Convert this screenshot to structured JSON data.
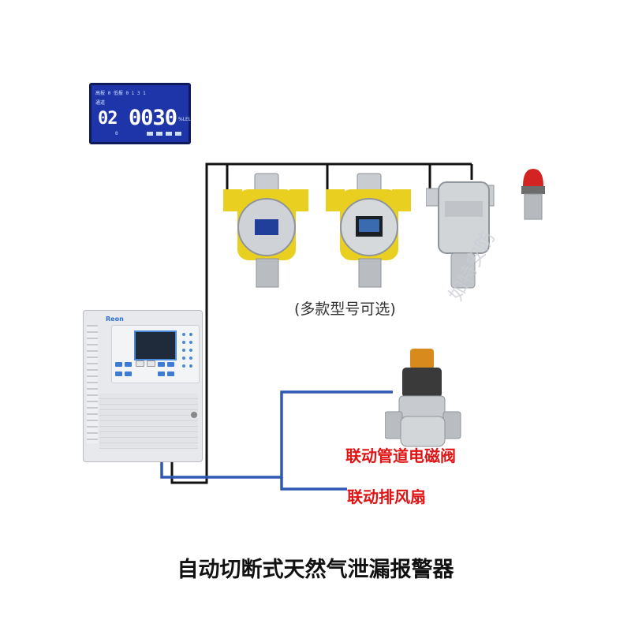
{
  "lcd": {
    "channel": "02",
    "reading": "0030",
    "unit": "%LEL",
    "status_line_1": "高报 0    低报 0    1 3 1",
    "status_line_2": "通道",
    "status_line_3": "0"
  },
  "controller": {
    "brand": "Reon"
  },
  "captions": {
    "options": "(多款型号可选)",
    "watermark": "如特安防",
    "valve": "联动管道电磁阀",
    "fan": "联动排风扇",
    "title": "自动切断式天然气泄漏报警器"
  },
  "colors": {
    "bus_wire": "#111111",
    "relay_wire": "#2d58b4",
    "label_red": "#e01414",
    "lcd_blue": "#1d35a8",
    "detector_yellow": "#e9cf1f"
  }
}
